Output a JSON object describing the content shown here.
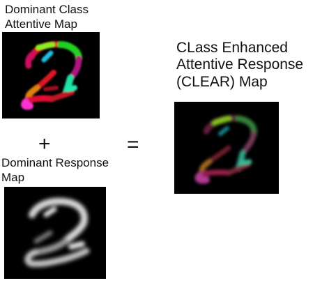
{
  "dominant_class_map": {
    "title_line1": "Dominant Class",
    "title_line2": "Attentive Map"
  },
  "dominant_response_map": {
    "title_line1": "Dominant Response",
    "title_line2": "Map"
  },
  "clear_map": {
    "title_line1": "CLass Enhanced",
    "title_line2": "Attentive Response",
    "title_line3": "(CLEAR) Map"
  },
  "operators": {
    "plus": "+",
    "equals": "="
  }
}
